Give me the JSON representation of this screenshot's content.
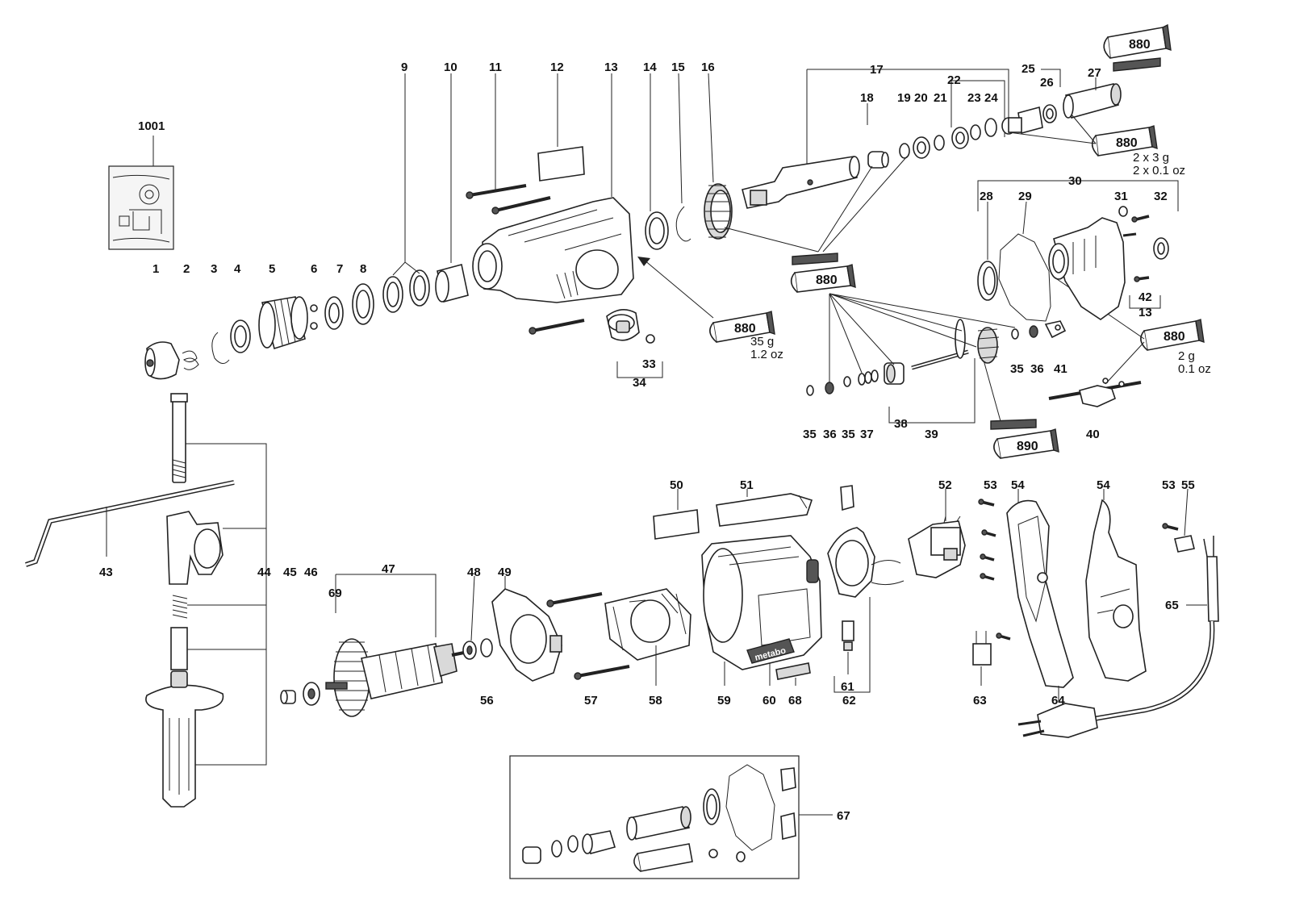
{
  "labels": {
    "l1001": "1001",
    "l1": "1",
    "l2": "2",
    "l3": "3",
    "l4": "4",
    "l5": "5",
    "l6": "6",
    "l7": "7",
    "l8": "8",
    "l9": "9",
    "l10": "10",
    "l11": "11",
    "l12": "12",
    "l13": "13",
    "l14": "14",
    "l15": "15",
    "l16": "16",
    "l17": "17",
    "l18": "18",
    "l19": "19",
    "l20": "20",
    "l21": "21",
    "l22": "22",
    "l23": "23",
    "l24": "24",
    "l25": "25",
    "l26": "26",
    "l27": "27",
    "l28": "28",
    "l29": "29",
    "l30": "30",
    "l31": "31",
    "l32": "32",
    "l33": "33",
    "l34": "34",
    "l35a": "35",
    "l35b": "35",
    "l35c": "35",
    "l36a": "36",
    "l36b": "36",
    "l37": "37",
    "l38": "38",
    "l39": "39",
    "l40": "40",
    "l41": "41",
    "l42": "42",
    "l13b": "13",
    "l43": "43",
    "l44": "44",
    "l45": "45",
    "l46": "46",
    "l47": "47",
    "l48": "48",
    "l49": "49",
    "l50": "50",
    "l51": "51",
    "l52": "52",
    "l53a": "53",
    "l53b": "53",
    "l54a": "54",
    "l54b": "54",
    "l55": "55",
    "l56": "56",
    "l57": "57",
    "l58": "58",
    "l59": "59",
    "l60": "60",
    "l61": "61",
    "l62": "62",
    "l63": "63",
    "l64": "64",
    "l65": "65",
    "l67": "67",
    "l68": "68",
    "l69": "69"
  },
  "lubricants": {
    "grease_880": "880",
    "grease_890": "890",
    "qty_top_right_g": "2 x 3 g",
    "qty_top_right_oz": "2 x 0.1 oz",
    "qty_gearbox_g": "35 g",
    "qty_gearbox_oz": "1.2 oz",
    "qty_intermediate_g": "2 g",
    "qty_intermediate_oz": "0.1 oz"
  },
  "brand_badge": "metabo",
  "colors": {
    "line": "#222222",
    "part_fill": "#ffffff",
    "shade": "#d9d9d9",
    "dark": "#555555"
  }
}
